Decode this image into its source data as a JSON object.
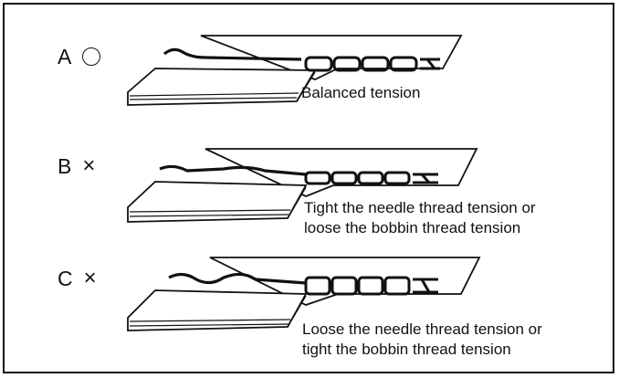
{
  "rows": [
    {
      "letter": "A",
      "mark": "circle",
      "caption_lines": [
        "Balanced tension"
      ]
    },
    {
      "letter": "B",
      "mark": "×",
      "caption_lines": [
        "Tight the needle thread tension or",
        "loose the bobbin thread tension"
      ]
    },
    {
      "letter": "C",
      "mark": "×",
      "caption_lines": [
        "Loose the needle thread tension or",
        "tight the bobbin thread tension"
      ]
    }
  ]
}
